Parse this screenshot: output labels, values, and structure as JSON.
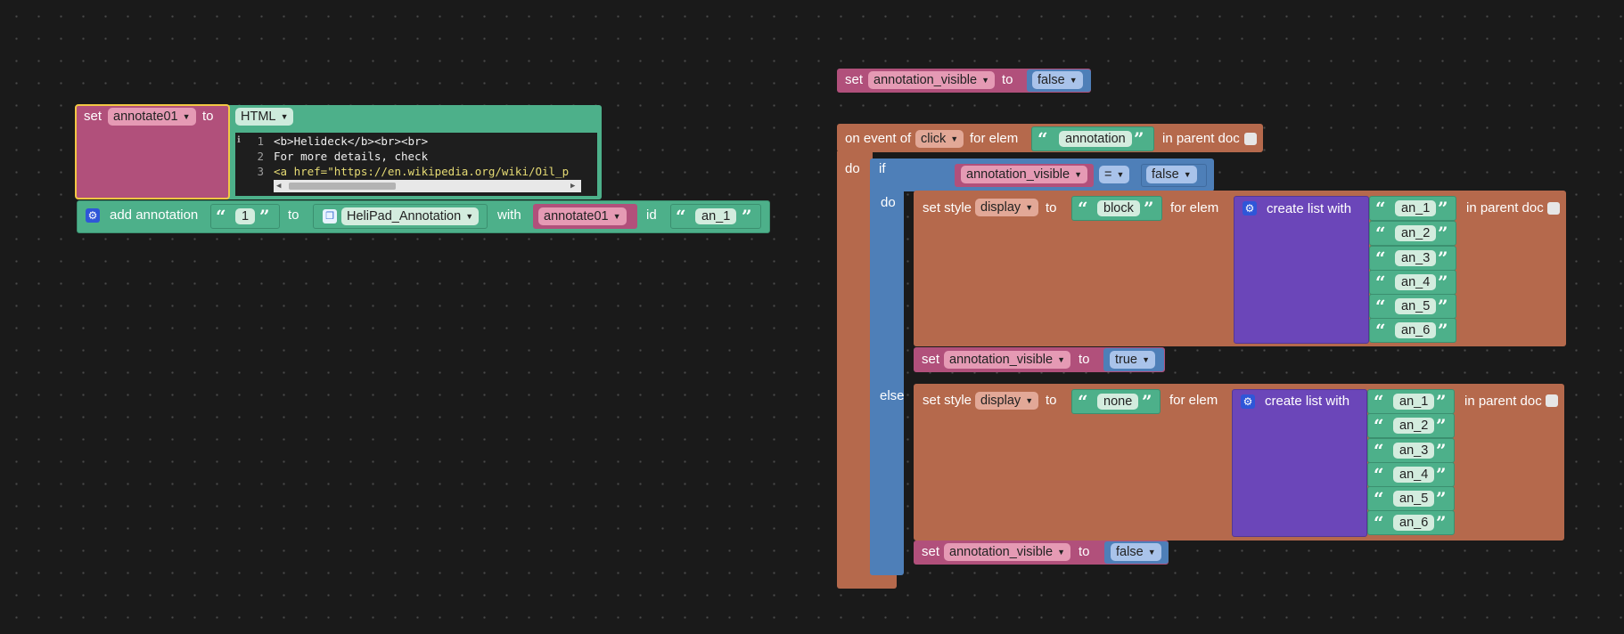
{
  "kw": {
    "set": "set",
    "to": "to",
    "with": "with",
    "id": "id",
    "add_annotation": "add annotation",
    "on_event_of": "on event of",
    "for_elem": "for elem",
    "in_parent_doc": "in parent doc",
    "do": "do",
    "if": "if",
    "else": "else",
    "set_style": "set style",
    "create_list_with": "create list with"
  },
  "vars": {
    "annotate01": "annotate01",
    "annotation_visible": "annotation_visible"
  },
  "values": {
    "html_type": "HTML",
    "false": "false",
    "true": "true",
    "equals": "=",
    "click": "click",
    "annotation": "annotation",
    "display": "display",
    "block": "block",
    "none": "none",
    "one": "1",
    "helipad": "HeliPad_Annotation",
    "an_1": "an_1"
  },
  "code_lines": [
    {
      "num": "1",
      "text": "<b>Helideck</b><br><br>"
    },
    {
      "num": "2",
      "text": "For more details, check"
    },
    {
      "num": "3",
      "text": "<a href=\"https://en.wikipedia.org/wiki/Oil_p"
    }
  ],
  "list_items": [
    "an_1",
    "an_2",
    "an_3",
    "an_4",
    "an_5",
    "an_6"
  ],
  "colors": {
    "variable_block": "#b1507b",
    "logic_block": "#4e7fb8",
    "event_block": "#b5694c",
    "text_block": "#4db08a",
    "list_block": "#6b46b9",
    "selected_outline": "#f2c744"
  }
}
